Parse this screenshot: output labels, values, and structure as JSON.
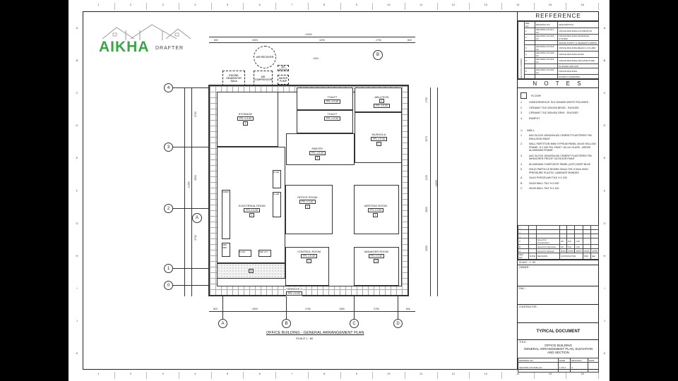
{
  "border": {
    "top_numbers": [
      "1",
      "2",
      "3",
      "4",
      "5",
      "6",
      "7",
      "8",
      "9",
      "10",
      "11",
      "12",
      "13",
      "14",
      "15",
      "16"
    ],
    "side_letters": [
      "A",
      "B",
      "C",
      "D",
      "E",
      "F",
      "G",
      "H",
      "I",
      "J",
      "K"
    ]
  },
  "logo": {
    "brand": "AIKHA",
    "sub": "DRAFTER",
    "color": "#3aa547"
  },
  "plan": {
    "overall_dim": "12900",
    "top_dims": [
      "800",
      "4000",
      "4200",
      "2750",
      "800"
    ],
    "bottom_dims": [
      "800",
      "4000",
      "2750",
      "1550",
      "2750",
      "800"
    ],
    "left_dims": [
      "3750",
      "3900",
      "3750",
      "1650",
      "600"
    ],
    "left_overall": "11350",
    "right_dims": [
      "1750",
      "3375",
      "1125",
      "3500",
      "2250",
      "1650",
      "600"
    ],
    "right_overall": "12650",
    "top_small_dim": "1900",
    "grid_cols": [
      "A",
      "B",
      "C",
      "D"
    ],
    "grid_rows": [
      "4",
      "3",
      "2",
      "1",
      "0"
    ],
    "section_marks": [
      {
        "id": "B",
        "label": "B"
      },
      {
        "id": "A",
        "label": "A"
      }
    ],
    "equipment": [
      "AIR RECEIVER",
      "ENGINE GENERATOR 33kva",
      "AIR COMPRESSOR",
      "AIR DRYER",
      "WATER PUMP"
    ],
    "rooms": [
      {
        "name": "STORAGE",
        "ffl": "FFL ± 0.40",
        "tag": "3"
      },
      {
        "name": "TOILET",
        "ffl": "FFL ± 0.30",
        "tag": "2"
      },
      {
        "name": "TOILET",
        "ffl": "FFL ± 0.30",
        "tag": "2"
      },
      {
        "name": "ABLUTION",
        "ffl": "FFL ± 0.30",
        "tag": "3"
      },
      {
        "name": "MUSHOLA",
        "ffl": "FFL ± 0.40",
        "tag": "1"
      },
      {
        "name": "PANTRY",
        "ffl": "FFL ± 0.40",
        "tag": "2"
      },
      {
        "name": "ELEKTRIKAL ROOM",
        "ffl": "FFL ± 0.40",
        "tag": "1"
      },
      {
        "name": "OFFICE ROOM",
        "ffl": "FFL ± 0.40",
        "tag": "1"
      },
      {
        "name": "MEETING ROOM",
        "ffl": "FFL ± 0.40",
        "tag": "1"
      },
      {
        "name": "CONTROL ROOM",
        "ffl": "FFL ± 0.40",
        "tag": "1"
      },
      {
        "name": "MANAGER ROOM",
        "ffl": "FFL ± 0.40",
        "tag": "1"
      },
      {
        "name": "TERRACE",
        "ffl": "FFL ± 0.20",
        "tag": "2"
      }
    ],
    "panels": [
      "UMDP",
      "SDP SDP",
      "P-102",
      "SDP UTY",
      "C-101",
      "C-102"
    ],
    "pattern_tag": "4",
    "terrace_side_label": "TERRACE",
    "caption": "OFFICE BUILDING - GENERAL ARRANGEMENT PLAN",
    "scale": "SCALE 1 : 80"
  },
  "titleblock": {
    "reference_title": "REFFERENCE",
    "reference_side": "REFERENCE DRAWING",
    "reference_headers": [
      "REF NO.",
      "DRAWING NO.",
      "DESCRIPTION"
    ],
    "reference_rows": [
      [
        "1",
        "GEI-DWG-CIV-017-A3",
        "OFFICE BUILDING-FOUNDATION"
      ],
      [
        "2",
        "GEI-DWG-CIV-018-A3",
        "OFFICE BUILDING-DRAINAGE SYSTEM"
      ],
      [
        "",
        "",
        "WATER SUPPLY & SEWER/PLUMBING"
      ],
      [
        "3",
        "GEI-DWG-CIV-019-A3",
        "OFFICE BUILDING-BEAM & COLUMN"
      ],
      [
        "4",
        "GEI-DWG-CIV-020-A3",
        "OFFICE BUILDING-ROOF"
      ],
      [
        "5",
        "GEI-DWG-CIV-021-A3",
        "OFFICE BUILDING-ARCHITECTURE"
      ],
      [
        "",
        "",
        "PLAFOND AND ACP"
      ],
      [
        "5",
        "GEI-DWG-CIV-022-A3",
        "OFFICE BUILDING"
      ],
      [
        "",
        "",
        "DOORS & WINDOWS"
      ]
    ],
    "notes_title": "N O T E S",
    "floor_label": "FLOOR",
    "floor_notes": [
      {
        "k": "1",
        "v": "HOMOGENEOUS TILE 600x600 WHITE POLISHED"
      },
      {
        "k": "2",
        "v": "CERAMIC TILE 200x200 BEIGE - RUGGED"
      },
      {
        "k": "3",
        "v": "CERAMIC TILE 300x300 GRAY - RUGGED"
      },
      {
        "k": "4",
        "v": "RUMPUT"
      }
    ],
    "wall_label": "WALL",
    "wall_notes": [
      {
        "k": "1",
        "v": "AAC BLOCK 600x200x100 CEMENT PLASTERED FIN. EMULSION PAINT"
      },
      {
        "k": "2",
        "v": "WALL PARTITION 9MM GYPSUM PANEL 40x40 HOLLOW FRAME, H.2 200 FIN. PAINT +40 cm GLASS - ABOVE ALUMINIUM FRAME"
      },
      {
        "k": "3",
        "v": "AAC BLOCK 600x200x100 CEMENT PLASTERED FIN. WHEATHER PROOF OUTDOOR PAINT"
      },
      {
        "k": "4",
        "v": "ALUMINIUM COMPOSITE PANEL (ACP) DEEP BLUE"
      },
      {
        "k": "5",
        "v": "SOLID PARTICLE BOARD 30mm THK 0.9mm HIGH PRESSURE PLASTIC LAMINATE BONDED"
      },
      {
        "k": "A",
        "v": "10x10 PORCELAIN TILE H.1.100"
      },
      {
        "k": "B",
        "v": "20x20 WALL TILE H.2.000"
      },
      {
        "k": "C",
        "v": "30x30 WALL TILE H.1.100"
      }
    ],
    "revisions": [
      [
        "",
        "",
        "",
        "",
        "",
        "",
        "",
        ""
      ],
      [
        "",
        "",
        "",
        "",
        "",
        "",
        "",
        ""
      ],
      [
        "",
        "",
        "",
        "",
        "",
        "",
        "",
        ""
      ],
      [
        "C",
        "-",
        "Issued for Construction",
        "AK",
        "FAI",
        "LUF",
        "",
        ""
      ],
      [
        "B",
        "-",
        "Issued for Approval",
        "AK",
        "FAI",
        "LUF",
        "",
        ""
      ],
      [
        "A",
        "-",
        "Issued for Review",
        "DWG",
        "APPD",
        "APPD",
        "APPD",
        "APPD"
      ]
    ],
    "revision_headers": [
      "REV NO.",
      "DATE",
      "REVISION",
      "CONTRACTOR",
      "",
      "",
      "PMC",
      "GEI"
    ],
    "scale": "SCALE : 1 : 80",
    "owner_label": "OWNER :",
    "pmc_label": "PMC :",
    "contractor_label": "CONTRACTOR :",
    "typical_document": "TYPICAL DOCUMENT",
    "title_label": "TITLE :",
    "title_lines": [
      "OFFICE BUILDING",
      "GENERAL ARRANGEMENT PLAN, ELEVATION",
      "AND SECTION"
    ],
    "footer_headers": [
      "DRAWING NO.",
      "PAGE",
      "REVISION",
      "DATE"
    ],
    "footer_values": [
      "GEI-DWG-CIV-018A-A3",
      "1 OF 4",
      "0",
      "-"
    ]
  }
}
